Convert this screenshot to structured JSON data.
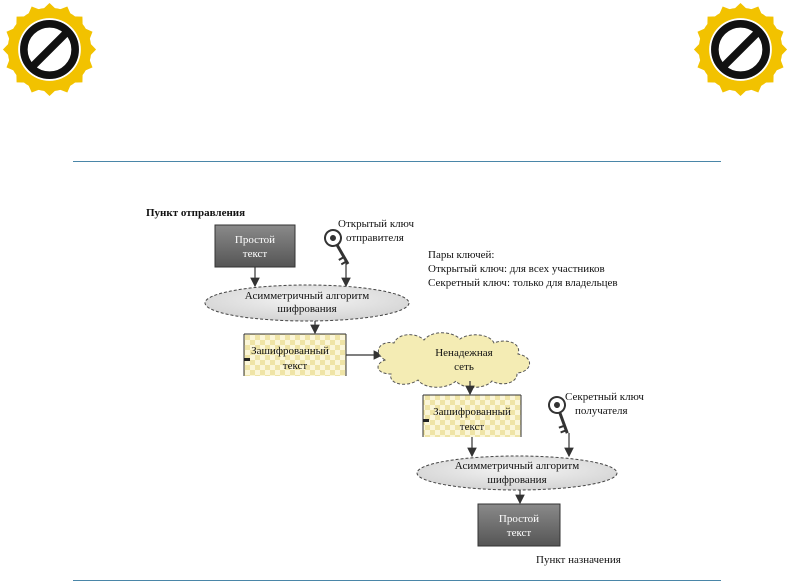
{
  "colors": {
    "badge_gold": "#f2c200",
    "badge_face": "#ffffff",
    "badge_mark": "#111111",
    "rule": "#4a86a8",
    "plain_box": "#6e6e6e",
    "cipher_box": "#f0e8b0",
    "ellipse": "#e6e6e6",
    "cloud": "#f4ecb4"
  },
  "icons": [
    "prohibition-icon",
    "key-icon"
  ],
  "diagram": {
    "source_label": "Пункт отправления",
    "destination_label": "Пункт назначения",
    "sender_key_line1": "Открытый ключ",
    "sender_key_line2": "отправителя",
    "receiver_key_line1": "Секретный ключ",
    "receiver_key_line2": "получателя",
    "keypair_line1": "Пары ключей:",
    "keypair_line2": "Открытый ключ: для всех участников",
    "keypair_line3": "Секретный ключ: только для владельцев",
    "plaintext_line1": "Простой",
    "plaintext_line2": "текст",
    "algorithm_line1": "Асимметричный алгоритм",
    "algorithm_line2": "шифрования",
    "ciphertext_line1": "Зашифрованный",
    "ciphertext_line2": "текст",
    "network_line1": "Ненадежная",
    "network_line2": "сеть"
  }
}
